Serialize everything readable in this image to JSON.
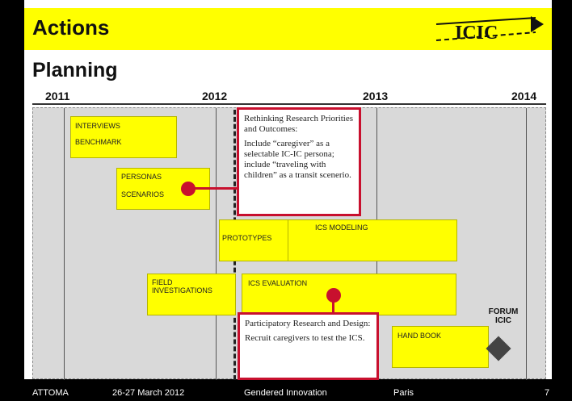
{
  "title": "Actions",
  "subtitle": "Planning",
  "logo_text": "ICIC",
  "years": [
    "2011",
    "2012",
    "2013",
    "2014"
  ],
  "bars": {
    "interviews": [
      "INTERVIEWS",
      "BENCHMARK"
    ],
    "personas": [
      "PERSONAS",
      "SCENARIOS"
    ],
    "prototypes": "PROTOTYPES",
    "ics_modeling": "ICS  MODELING",
    "field": [
      "FIELD",
      "INVESTIGATIONS"
    ],
    "ics_evaluation": "ICS EVALUATION",
    "hand_book": "HAND BOOK"
  },
  "callout_top": {
    "heading": "Rethinking Research Priorities and Outcomes:",
    "body": "Include “caregiver” as a selectable IC-IC persona; include “traveling with children” as a transit scenerio."
  },
  "callout_bottom": {
    "heading": "Participatory Research and Design:",
    "body": "Recruit caregivers to test the ICS."
  },
  "milestone": [
    "FORUM",
    "ICIC"
  ],
  "footer": {
    "org": "ATTOMA",
    "date": "26-27 March 2012",
    "event": "Gendered Innovation",
    "city": "Paris",
    "page": "7"
  },
  "colors": {
    "bar": "#ffff00",
    "callout_border": "#c8102e",
    "background": "#d9d9d9"
  }
}
